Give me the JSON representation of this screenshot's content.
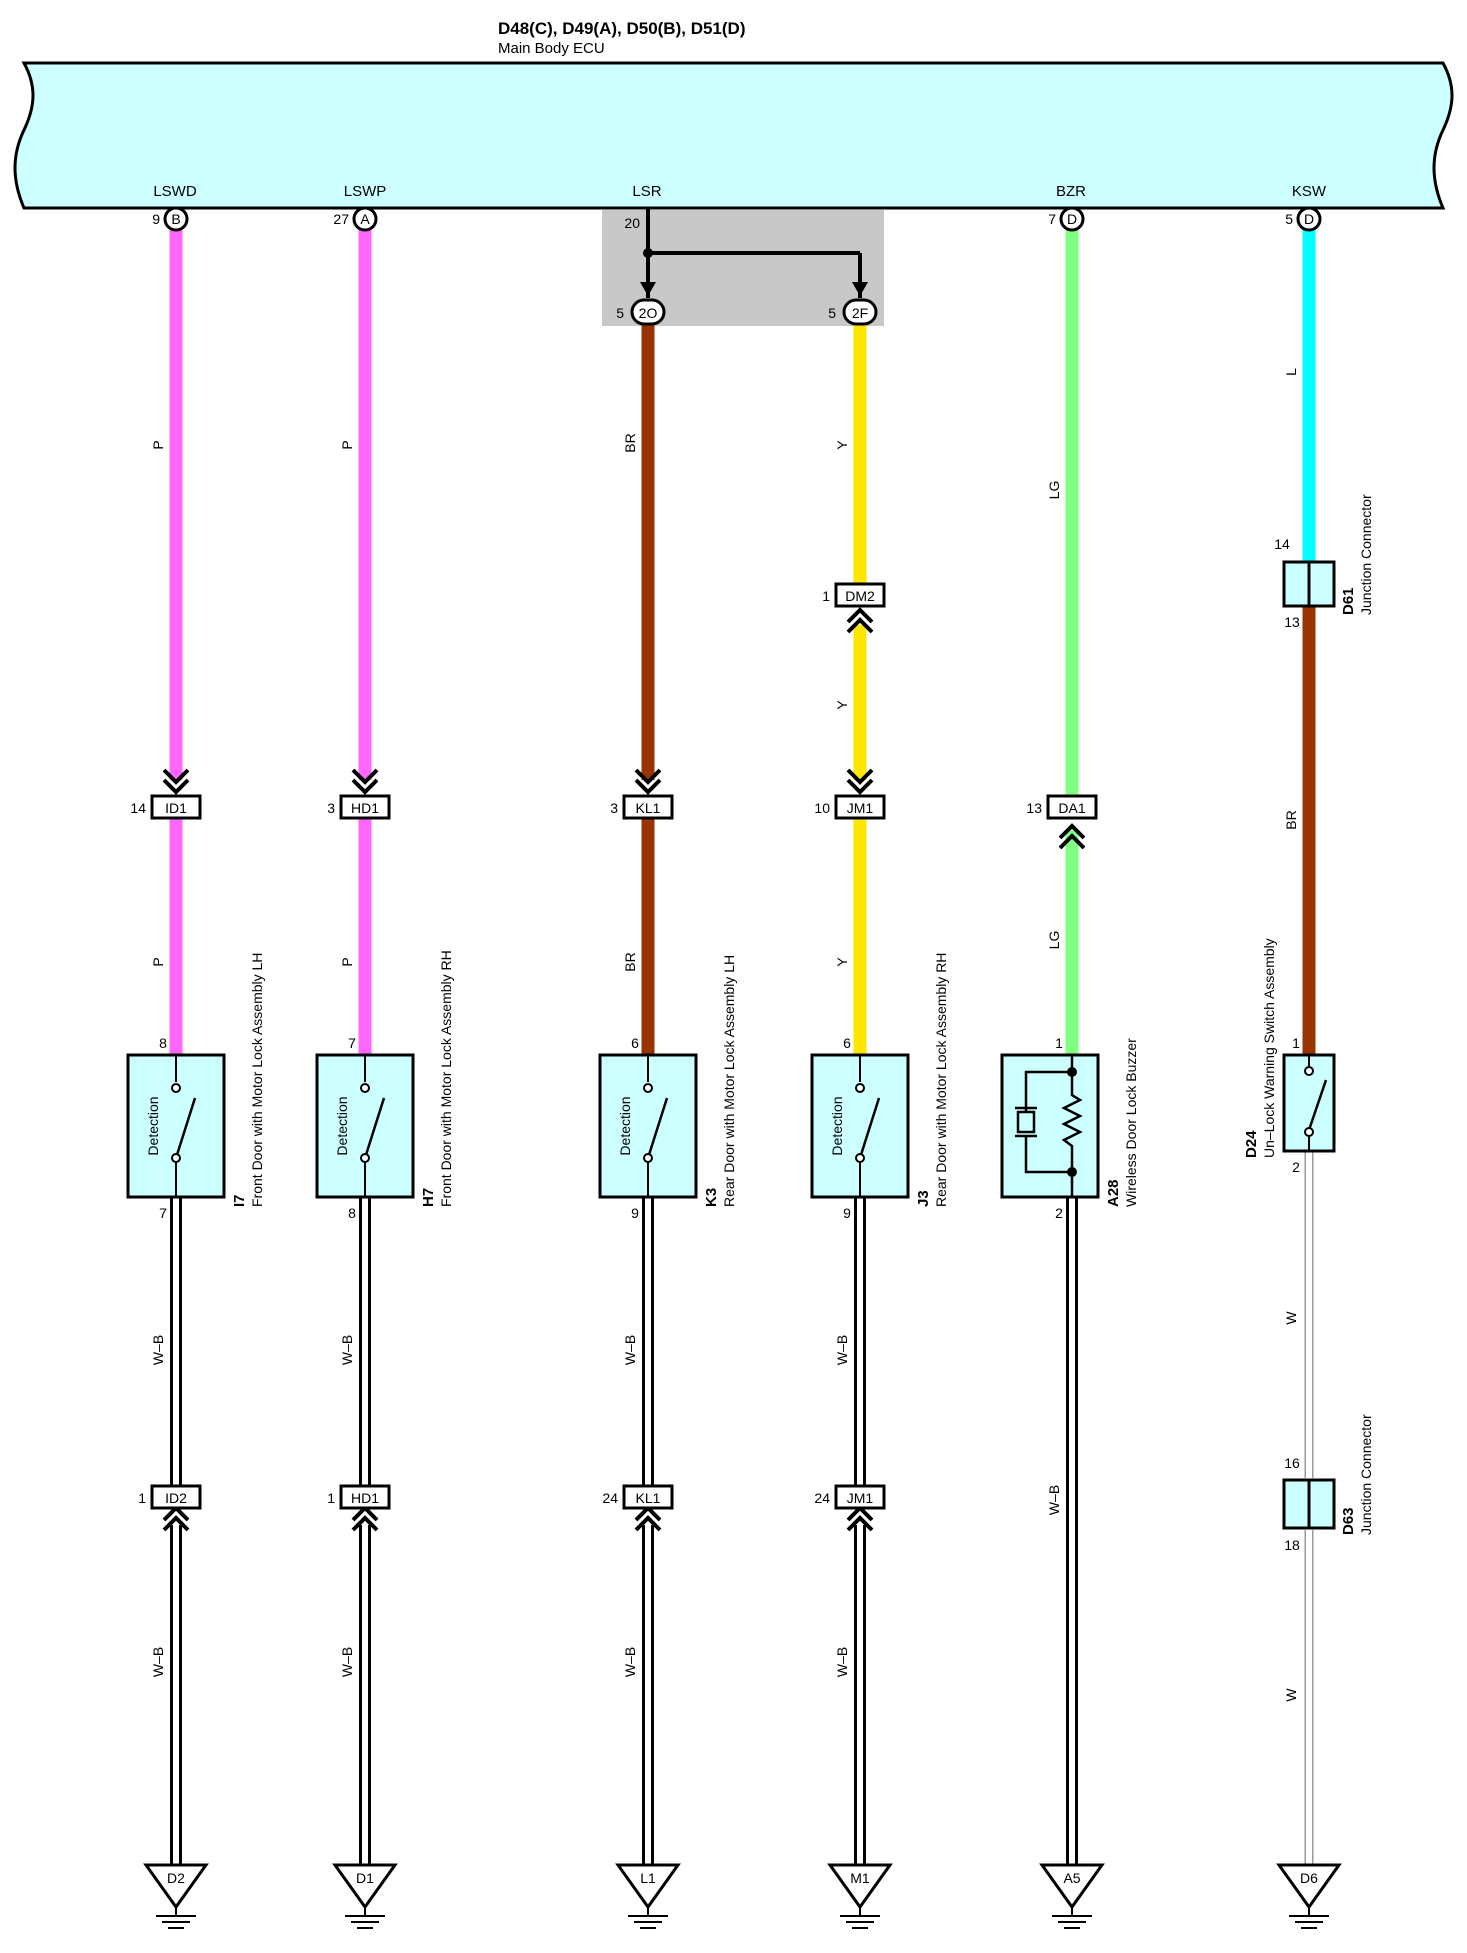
{
  "ecu": {
    "connectors": "D48(C), D49(A), D50(B), D51(D)",
    "name": "Main Body ECU"
  },
  "colors": {
    "ecu_fill": "#ccffff",
    "splice_fill": "#c8c8c8",
    "P": "#ff66ff",
    "BR": "#993300",
    "Y": "#ffe600",
    "LG": "#80ff80",
    "L": "#00ffff",
    "W": "#ffffff",
    "W-B": "#ffffff"
  },
  "terminals": [
    {
      "name": "LSWD",
      "pin": "9",
      "conn": "B"
    },
    {
      "name": "LSWP",
      "pin": "27",
      "conn": "A"
    },
    {
      "name": "LSR",
      "pin": "20",
      "conn": ""
    },
    {
      "name": "BZR",
      "pin": "7",
      "conn": "D"
    },
    {
      "name": "KSW",
      "pin": "5",
      "conn": "D"
    }
  ],
  "splice": [
    {
      "pin": "5",
      "conn": "2O"
    },
    {
      "pin": "5",
      "conn": "2F"
    }
  ],
  "upper_connectors": [
    {
      "pin": "14",
      "label": "ID1"
    },
    {
      "pin": "3",
      "label": "HD1"
    },
    {
      "pin": "3",
      "label": "KL1"
    },
    {
      "pin": "10",
      "label": "JM1"
    },
    {
      "pin": "13",
      "label": "DA1"
    },
    {
      "pin": "1",
      "label": "DM2"
    }
  ],
  "lower_connectors": [
    {
      "pin": "1",
      "label": "ID2"
    },
    {
      "pin": "1",
      "label": "HD1"
    },
    {
      "pin": "24",
      "label": "KL1"
    },
    {
      "pin": "24",
      "label": "JM1"
    }
  ],
  "wire_labels": {
    "p1": "P",
    "p2": "P",
    "p3": "P",
    "p4": "P",
    "br1": "BR",
    "br2": "BR",
    "br3": "BR",
    "y1": "Y",
    "y2": "Y",
    "y3": "Y",
    "lg1": "LG",
    "lg2": "LG",
    "l1": "L",
    "wb1": "W–B",
    "wb2": "W–B",
    "wb3": "W–B",
    "wb4": "W–B",
    "wb5": "W–B",
    "wb6": "W–B",
    "wb7": "W–B",
    "wb8": "W–B",
    "wb9": "W–B",
    "w1": "W",
    "w2": "W"
  },
  "components": [
    {
      "code": "I7",
      "name": "Front Door with Motor Lock Assembly LH",
      "top_pin": "8",
      "bottom_pin": "7",
      "inner": "Detection"
    },
    {
      "code": "H7",
      "name": "Front Door with Motor Lock Assembly RH",
      "top_pin": "7",
      "bottom_pin": "8",
      "inner": "Detection"
    },
    {
      "code": "K3",
      "name": "Rear Door with Motor Lock Assembly LH",
      "top_pin": "6",
      "bottom_pin": "9",
      "inner": "Detection"
    },
    {
      "code": "J3",
      "name": "Rear Door with Motor Lock Assembly RH",
      "top_pin": "6",
      "bottom_pin": "9",
      "inner": "Detection"
    },
    {
      "code": "A28",
      "name": "Wireless Door Lock Buzzer",
      "top_pin": "1",
      "bottom_pin": "2"
    },
    {
      "code": "D24",
      "name": "Un–Lock Warning Switch Assembly",
      "top_pin": "1",
      "bottom_pin": "2"
    }
  ],
  "junctions": [
    {
      "code": "D61",
      "name": "Junction Connector",
      "top_pin": "14",
      "bottom_pin": "13"
    },
    {
      "code": "D63",
      "name": "Junction Connector",
      "top_pin": "16",
      "bottom_pin": "18"
    }
  ],
  "grounds": [
    "D2",
    "D1",
    "L1",
    "M1",
    "A5",
    "D6"
  ]
}
